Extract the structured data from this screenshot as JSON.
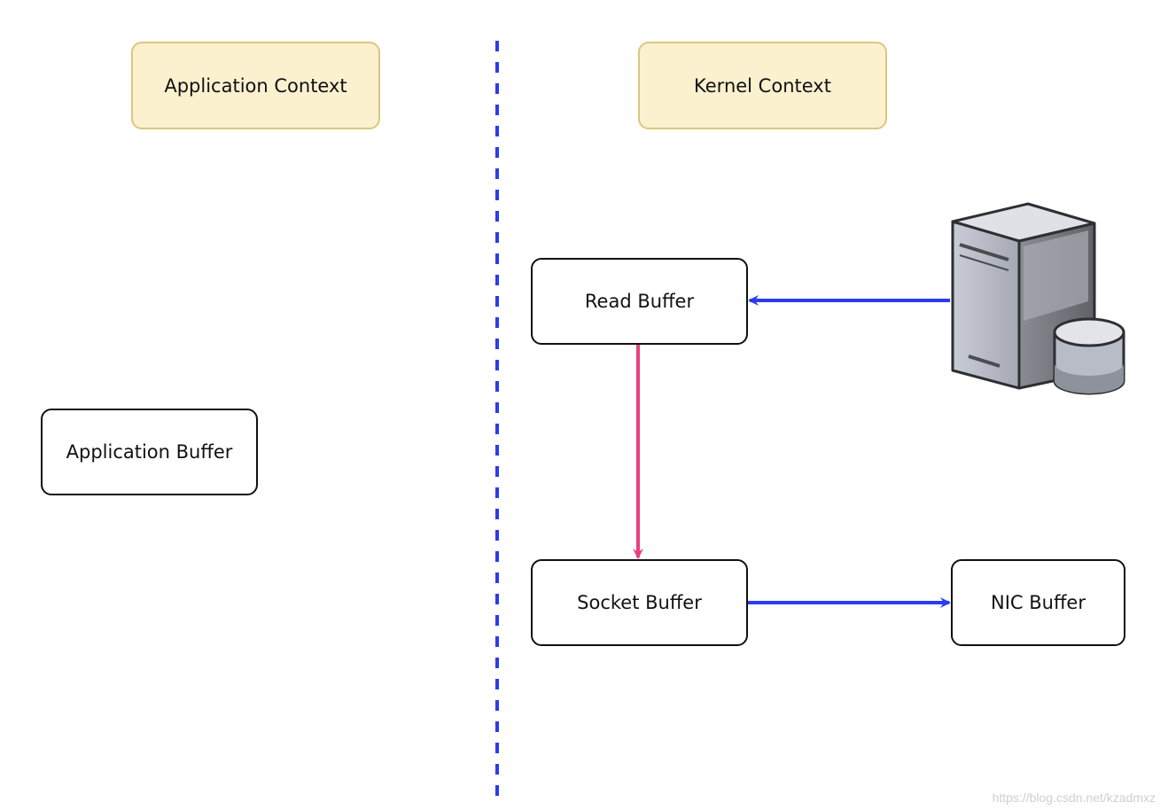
{
  "headers": {
    "application_context": "Application Context",
    "kernel_context": "Kernel Context"
  },
  "buffers": {
    "application": "Application Buffer",
    "read": "Read Buffer",
    "socket": "Socket Buffer",
    "nic": "NIC Buffer"
  },
  "icons": {
    "disk": "server-with-disk-icon"
  },
  "colors": {
    "divider": "#2b3bf0",
    "dma_arrow": "#2b3bf0",
    "cpu_copy_arrow": "#e8407f",
    "context_fill": "#fbf1cf",
    "context_border": "#dcc77a"
  },
  "watermark": "https://blog.csdn.net/kzadmxz"
}
